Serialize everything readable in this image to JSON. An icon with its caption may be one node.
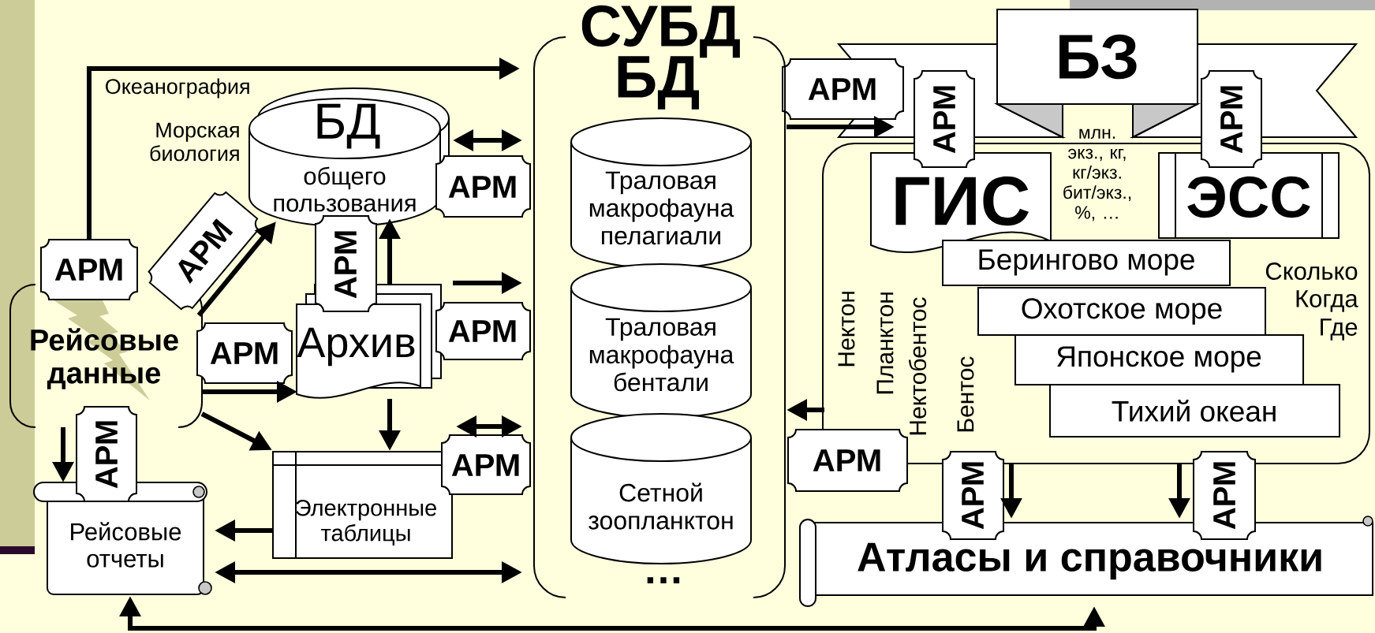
{
  "diagram": {
    "nodes": [
      {
        "text": [
          "СУБД",
          "БД",
          "…"
        ]
      },
      {
        "text": [
          "Траловая макрофауна пелагиали"
        ],
        "in": 0
      },
      {
        "text": [
          "Траловая макрофауна бентали"
        ],
        "in": 0
      },
      {
        "text": [
          "Сетной зоопланктон"
        ],
        "in": 0
      },
      {
        "text": [
          "Рейсовые данные"
        ]
      },
      {
        "text": [
          "АРМ"
        ]
      },
      {
        "text": [
          "БД",
          "общего пользования"
        ],
        "beside": [
          "Океанография",
          "Морская биология"
        ]
      },
      {
        "text": [
          "АРМ"
        ]
      },
      {
        "text": [
          "АРМ"
        ]
      },
      {
        "text": [
          "АРМ"
        ]
      },
      {
        "text": [
          "Архив"
        ]
      },
      {
        "text": [
          "АРМ"
        ]
      },
      {
        "text": [
          "АРМ"
        ]
      },
      {
        "text": [
          "Электронные таблицы"
        ]
      },
      {
        "text": [
          "АРМ"
        ]
      },
      {
        "text": [
          "АРМ"
        ]
      },
      {
        "text": [
          "Рейсовые отчеты"
        ]
      },
      {
        "text": [
          "БЗ"
        ]
      },
      {
        "text": [
          "АРМ"
        ]
      },
      {
        "text": [
          "АРМ"
        ]
      },
      {
        "text": [
          "АРМ"
        ]
      },
      {
        "text": [],
        "shape": "box"
      },
      {
        "text": [
          "ГИС"
        ],
        "in": 21
      },
      {
        "text": [
          "ЭСС"
        ],
        "in": 21
      },
      {
        "text": [
          "Берингово море"
        ],
        "in": 21
      },
      {
        "text": [
          "Охотское море"
        ],
        "in": 21
      },
      {
        "text": [
          "Японское море"
        ],
        "in": 21
      },
      {
        "text": [
          "Тихий океан"
        ],
        "in": 21
      },
      {
        "text": [
          "АРМ"
        ]
      },
      {
        "text": [
          "АРМ"
        ]
      },
      {
        "text": [
          "АРМ"
        ]
      },
      {
        "text": [
          "Атласы и справочники"
        ]
      }
    ],
    "edges": [
      {
        "from": 5,
        "to": 0,
        "arrow": "to"
      },
      {
        "from": 6,
        "to": 0,
        "arrow": "both"
      },
      {
        "from": 4,
        "to": 6,
        "arrow": "to"
      },
      {
        "from": 10,
        "to": 6,
        "arrow": "to"
      },
      {
        "from": 10,
        "to": 0,
        "arrow": "to"
      },
      {
        "from": 4,
        "to": 10,
        "arrow": "to"
      },
      {
        "from": 4,
        "to": 13,
        "arrow": "to"
      },
      {
        "from": 10,
        "to": 13,
        "arrow": "to"
      },
      {
        "from": 14,
        "to": 0,
        "arrow": "both"
      },
      {
        "from": 13,
        "to": 16,
        "arrow": "to"
      },
      {
        "from": 16,
        "to": 0,
        "arrow": "both"
      },
      {
        "from": 4,
        "to": 16,
        "arrow": "to"
      },
      {
        "from": 16,
        "to": 31,
        "arrow": "both"
      },
      {
        "from": 0,
        "to": 17,
        "arrow": "to"
      },
      {
        "from": 21,
        "to": 0,
        "arrow": "to"
      },
      {
        "from": 21,
        "to": 31,
        "arrow": "to"
      },
      {
        "from": 21,
        "to": 31,
        "arrow": "to"
      }
    ],
    "labels": [
      "млн. экз., кг, кг/экз. бит/экз., %, …",
      "Сколько",
      "Когда",
      "Где",
      "Нектон",
      "Планктон",
      "Нектобентос",
      "Бентос"
    ]
  }
}
